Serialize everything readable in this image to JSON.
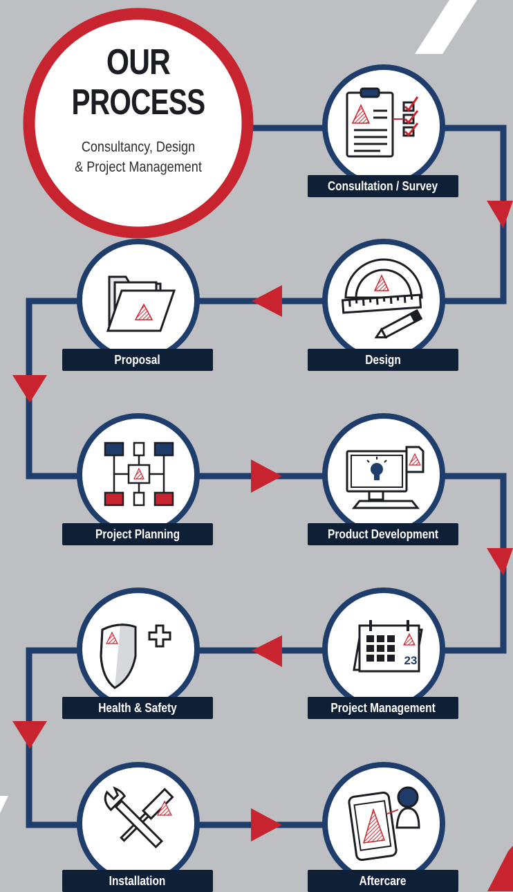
{
  "title": {
    "line1": "OUR",
    "line2": "PROCESS",
    "subtitle_line1": "Consultancy, Design",
    "subtitle_line2": "& Project Management"
  },
  "colors": {
    "background": "#bebfc3",
    "navy": "#1e3d6b",
    "red": "#c8242f",
    "label_bg": "#0f1f35",
    "circle_fill": "#ffffff"
  },
  "steps": [
    {
      "label": "Consultation / Survey",
      "icon": "clipboard-checklist-icon"
    },
    {
      "label": "Design",
      "icon": "protractor-ruler-pencil-icon"
    },
    {
      "label": "Proposal",
      "icon": "open-folder-icon"
    },
    {
      "label": "Project Planning",
      "icon": "flowchart-icon"
    },
    {
      "label": "Product Development",
      "icon": "monitor-lightbulb-icon"
    },
    {
      "label": "Project Management",
      "icon": "calendar-icon"
    },
    {
      "label": "Health & Safety",
      "icon": "shield-plus-icon"
    },
    {
      "label": "Installation",
      "icon": "screwdriver-wrench-icon"
    },
    {
      "label": "Aftercare",
      "icon": "phone-support-icon"
    }
  ],
  "calendar_day": "23"
}
